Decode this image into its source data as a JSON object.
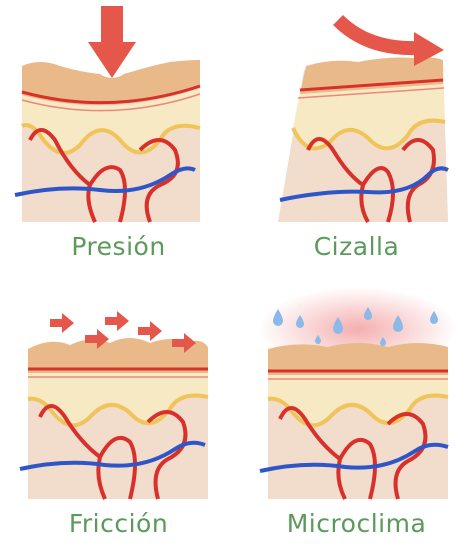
{
  "colors": {
    "caption": "#5b9a5a",
    "epidermis": "#e9b98a",
    "dermis": "#f7e9c4",
    "hypodermis_border": "#f0c45a",
    "tissue": "#f2dccb",
    "artery": "#d8302b",
    "vein": "#2f56c8",
    "arrow": "#e5574a",
    "droplet": "#8bb9e8"
  },
  "panels": [
    {
      "caption": "Presión",
      "icon": "down-arrow-icon"
    },
    {
      "caption": "Cizalla",
      "icon": "curved-arrow-icon"
    },
    {
      "caption": "Fricción",
      "icon": "friction-arrows-icon"
    },
    {
      "caption": "Microclima",
      "icon": "water-droplet-icon"
    }
  ]
}
